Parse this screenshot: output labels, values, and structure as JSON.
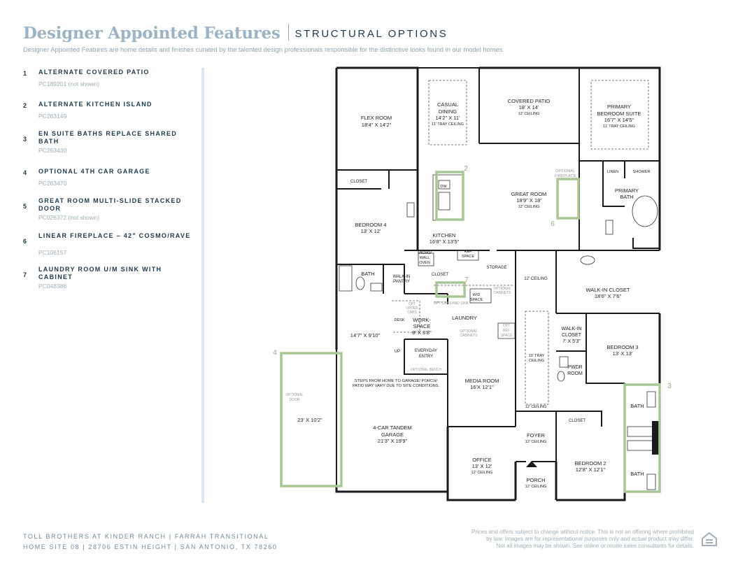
{
  "header": {
    "title": "Designer Appointed Features",
    "subtitle": "STRUCTURAL OPTIONS",
    "description": "Designer Appointed Features are home details and finishes curated by the talented design professionals responsible for the distinctive looks found in our model homes."
  },
  "options": [
    {
      "num": "1",
      "title": "ALTERNATE COVERED PATIO",
      "code": "PC189201 (not shown)"
    },
    {
      "num": "2",
      "title": "ALTERNATE KITCHEN ISLAND",
      "code": "PC263149"
    },
    {
      "num": "3",
      "title": "EN SUITE BATHS REPLACE SHARED BATH",
      "code": "PC263430"
    },
    {
      "num": "4",
      "title": "OPTIONAL 4TH CAR GARAGE",
      "code": "PC263470"
    },
    {
      "num": "5",
      "title": "GREAT ROOM MULTI-SLIDE STACKED DOOR",
      "code": "PC026372 (not shown)"
    },
    {
      "num": "6",
      "title": "LINEAR FIREPLACE – 42\" COSMO/RAVE",
      "code": "PC106157"
    },
    {
      "num": "7",
      "title": "LAUNDRY ROOM U/M SINK WITH CABINET",
      "code": "PC048386"
    }
  ],
  "plan": {
    "flex_room": {
      "name": "FLEX ROOM",
      "dim": "18'4\" X 14'2\""
    },
    "casual_dining": {
      "name1": "CASUAL",
      "name2": "DINING",
      "dim": "14'2\" X 11'",
      "note": "11' TRAY CEILING"
    },
    "covered_patio": {
      "name": "COVERED PATIO",
      "dim": "18' X 14'",
      "note": "12' CEILING"
    },
    "primary_suite": {
      "name1": "PRIMARY",
      "name2": "BEDROOM SUITE",
      "dim": "16'7\" X 14'5\"",
      "note": "11' TRAY CEILING"
    },
    "closet_flex": "CLOSET",
    "bedroom4": {
      "name": "BEDROOM 4",
      "dim": "13' X 12'"
    },
    "kitchen": {
      "name": "KITCHEN",
      "dim": "16'8\" X 13'5\""
    },
    "dw": "DW",
    "great_room": {
      "name": "GREAT ROOM",
      "dim": "18'9\" X 18'",
      "note": "12' CEILING"
    },
    "optional_fireplace": {
      "l1": "OPTIONAL",
      "l2": "FIREPLACE"
    },
    "linen": "LINEN",
    "shower": "SHOWER",
    "primary_bath": {
      "name1": "PRIMARY",
      "name2": "BATH"
    },
    "micro": {
      "l1": "MICRO/",
      "l2": "WALL",
      "l3": "OVEN"
    },
    "ref_space": {
      "l1": "REF",
      "l2": "SPACE"
    },
    "storage": "STORAGE",
    "bath_b4": "BATH",
    "walkin_pantry": {
      "l1": "WALK-IN",
      "l2": "PANTRY"
    },
    "closet_center": "CLOSET",
    "ceiling_12_storage": "12' CEILING",
    "walkin_closet_primary": {
      "name": "WALK-IN CLOSET",
      "dim": "18'6\" X 7'6\""
    },
    "opt_upper_cabs": {
      "l1": "OPT",
      "l2": "UPPER",
      "l3": "CABS"
    },
    "desk": "DESK",
    "wd_space": {
      "l1": "W/D",
      "l2": "SPACE"
    },
    "opt_cabs_sink": "OPT CABS AND SINK",
    "optional_cabinets_top": {
      "l1": "OPTIONAL",
      "l2": "CABINETS"
    },
    "workspace": {
      "name1": "WORK-",
      "name2": "SPACE",
      "dim": "8' X 6'8\""
    },
    "laundry": "LAUNDRY",
    "optional_cabinets_bottom": {
      "l1": "OPTIONAL",
      "l2": "CABINETS"
    },
    "opt_ref_space": {
      "l1": "OPT",
      "l2": "REF",
      "l3": "SPACE"
    },
    "walkin_closet_b3": {
      "l1": "WALK-IN",
      "l2": "CLOSET",
      "dim": "7' X 5'3\""
    },
    "bedroom3": {
      "name": "BEDROOM 3",
      "dim": "13' X 13'"
    },
    "garage_dim_top": "14'7\" X 9'10\"",
    "tray_13": {
      "l1": "13' TRAY",
      "l2": "CEILING"
    },
    "up": "UP",
    "everyday_entry": {
      "l1": "EVERYDAY",
      "l2": "ENTRY"
    },
    "optional_bench": "OPTIONAL BENCH",
    "pwdr_room": {
      "l1": "PWDR",
      "l2": "ROOM"
    },
    "steps_note": {
      "l1": "STEPS FROM HOME TO GARAGE/ PORCH/",
      "l2": "PATIO MAY VARY DUE TO SITE CONDITIONS."
    },
    "media_room": {
      "name": "MEDIA ROOM",
      "dim": "16'X 12'1\""
    },
    "optional_door": {
      "l1": "OPTIONAL",
      "l2": "DOOR"
    },
    "fourth_bay": {
      "dim": "23' X 10'2\""
    },
    "ceiling_12_hall": "12' CEILING",
    "closet_b2": "CLOSET",
    "bath_top": "BATH",
    "tandem_garage": {
      "name1": "4-CAR TANDEM",
      "name2": "GARAGE",
      "dim": "21'3\" X 19'9\""
    },
    "foyer": {
      "name": "FOYER",
      "note": "12' CEILING"
    },
    "office": {
      "name": "OFFICE",
      "dim": "13' X 12'",
      "note": "12' CEILING"
    },
    "bedroom2": {
      "name": "BEDROOM 2",
      "dim": "12'8\" X 12'1\""
    },
    "bath_bottom": "BATH",
    "porch": {
      "name": "PORCH",
      "note": "12' CEILING"
    },
    "markers": {
      "m2": "2",
      "m3": "3",
      "m4": "4",
      "m6": "6",
      "m7": "7"
    }
  },
  "footer": {
    "line1": "TOLL BROTHERS AT KINDER RANCH | FARRAH TRANSITIONAL",
    "line2": "HOME SITE 08 | 28706 ESTIN HEIGHT | SAN ANTONIO, TX 78260"
  },
  "disclaimer": {
    "l1": "Prices and offers subject to change without notice. This is not an offering where prohibited",
    "l2": "by law. Images are for representational purposes only and actual product may differ.",
    "l3": "Not all images may be shown. See online or onsite sales consultants for details."
  },
  "colors": {
    "accent_green": "#a9c695",
    "title_blue": "#9bb3c5",
    "navy": "#1d3a4f"
  },
  "icons": [
    "equal-housing-icon",
    "porch-arrow-icon"
  ]
}
